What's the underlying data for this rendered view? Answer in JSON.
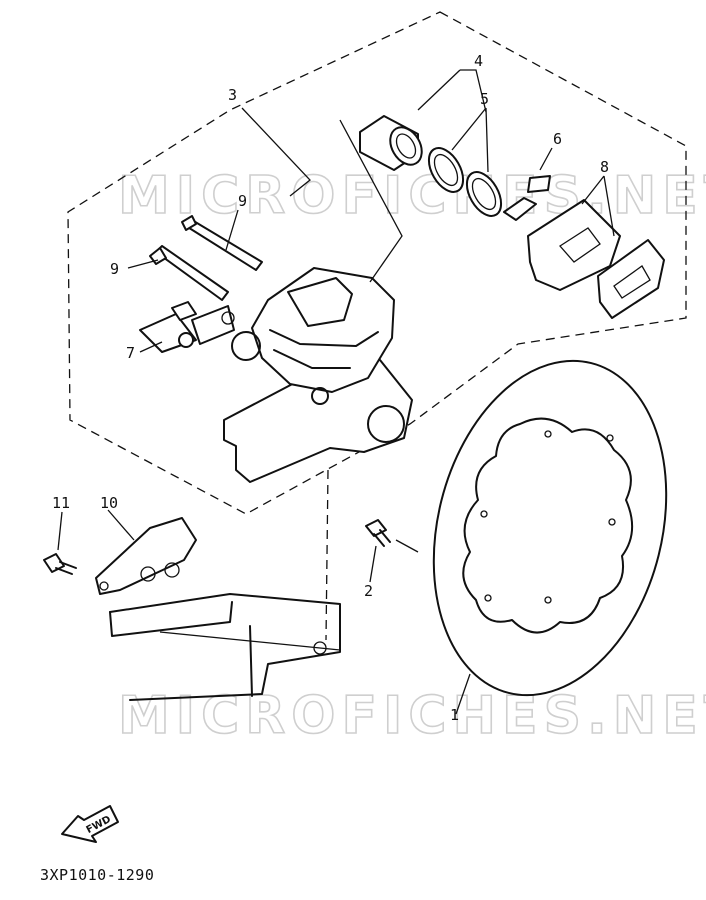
{
  "diagram_code": "3XP1010-1290",
  "watermark_text": "MICROFICHES.NET",
  "fwd_label": "FWD",
  "callouts": {
    "c1": "1",
    "c2": "2",
    "c3": "3",
    "c4": "4",
    "c5": "5",
    "c6": "6",
    "c7": "7",
    "c8": "8",
    "c9a": "9",
    "c9b": "9",
    "c10": "10",
    "c11": "11"
  },
  "colors": {
    "ink": "#111111",
    "watermark": "#cfcfcf",
    "paper": "#ffffff"
  }
}
